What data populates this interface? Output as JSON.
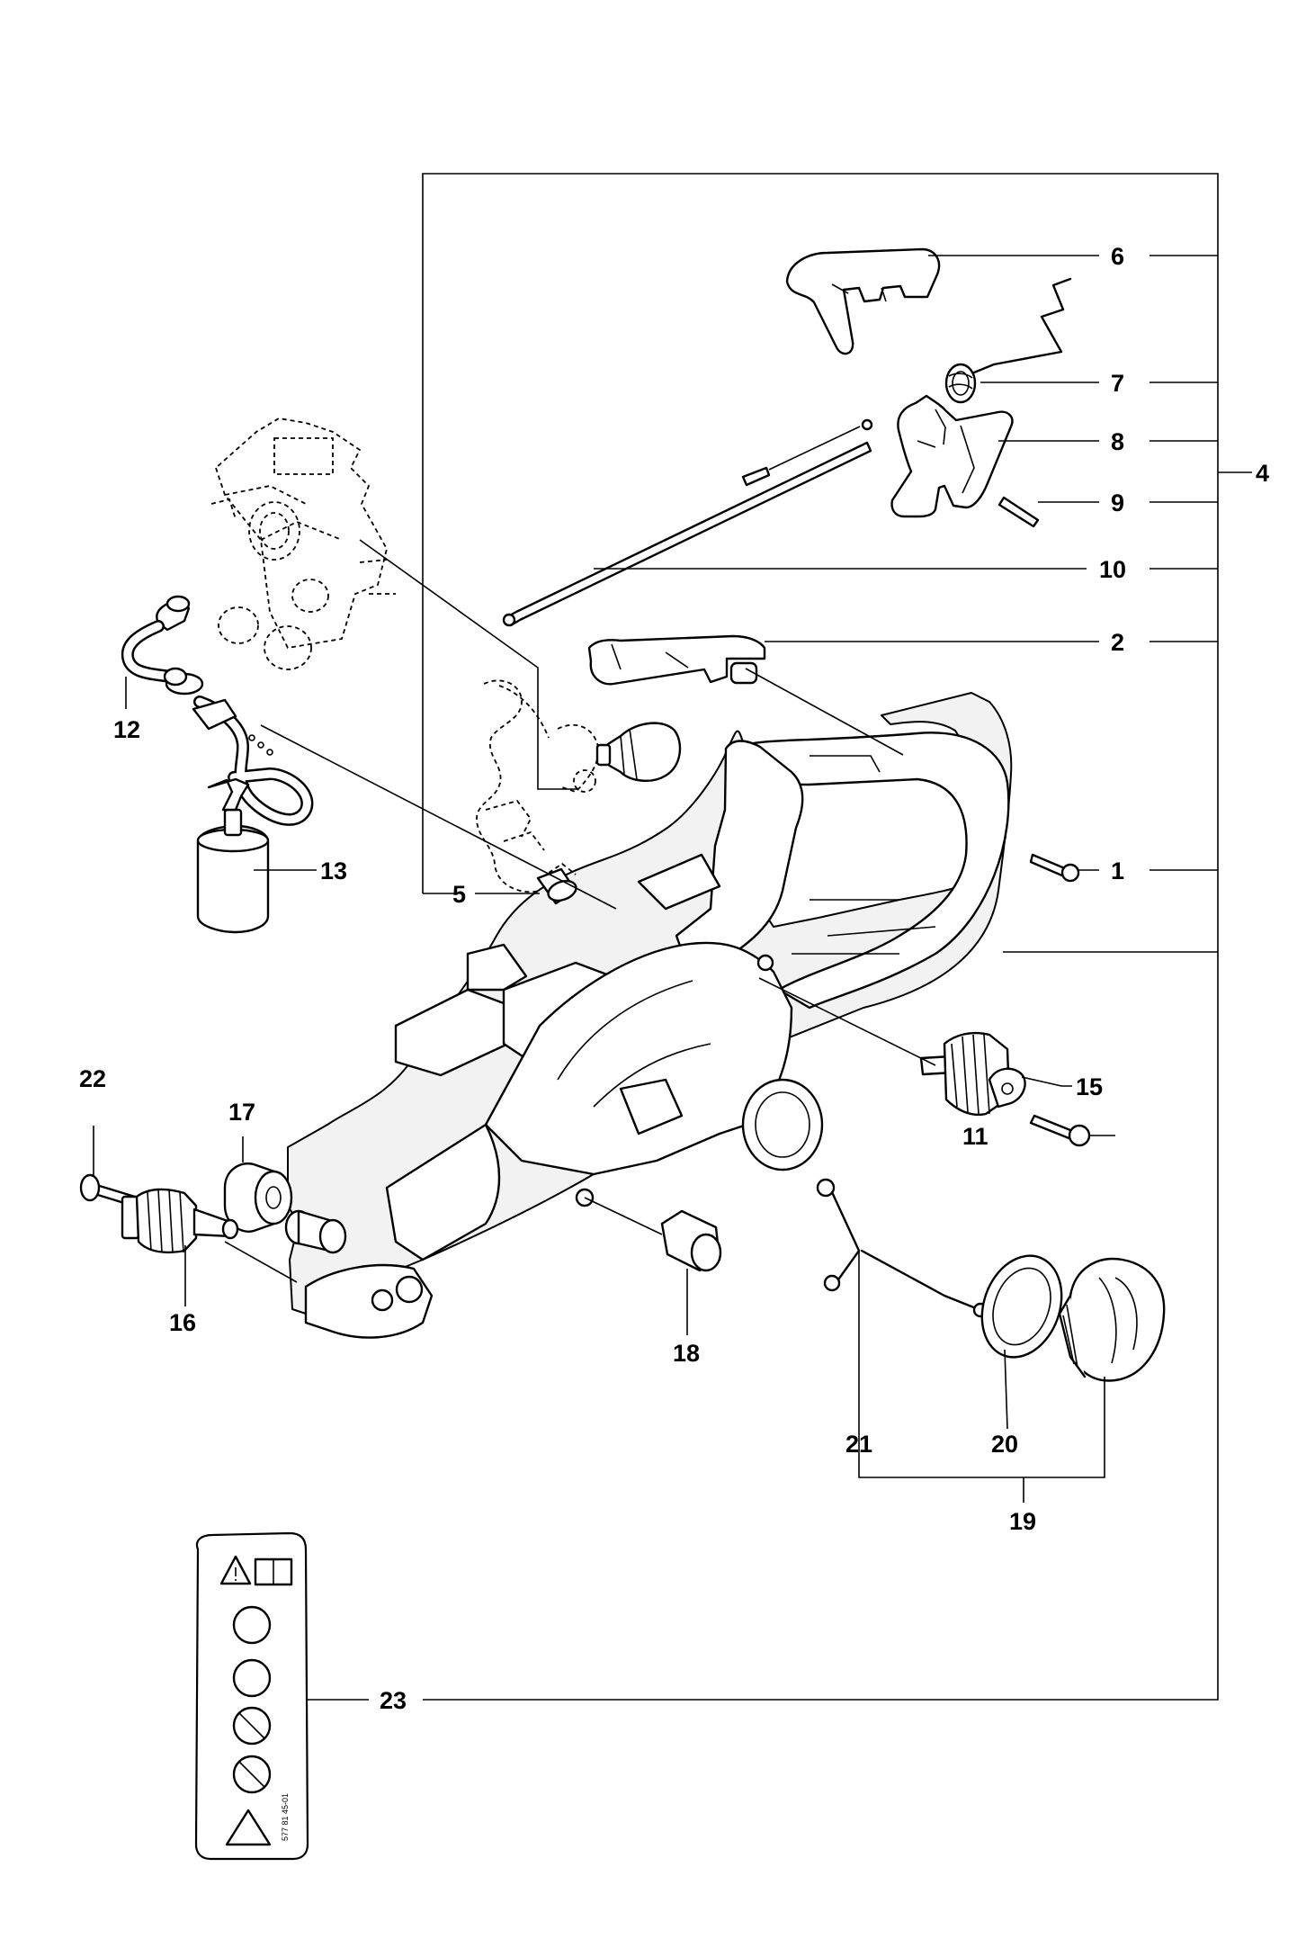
{
  "callouts": {
    "c1": "1",
    "c2": "2",
    "c4": "4",
    "c5": "5",
    "c6": "6",
    "c7": "7",
    "c8": "8",
    "c9": "9",
    "c10": "10",
    "c11": "11",
    "c12": "12",
    "c13": "13",
    "c15": "15",
    "c16": "16",
    "c17": "17",
    "c18": "18",
    "c19": "19",
    "c20": "20",
    "c21": "21",
    "c22": "22",
    "c23": "23"
  },
  "decal": {
    "code": "577 81 45-01"
  },
  "colors": {
    "line": "#000000",
    "background": "#ffffff"
  }
}
